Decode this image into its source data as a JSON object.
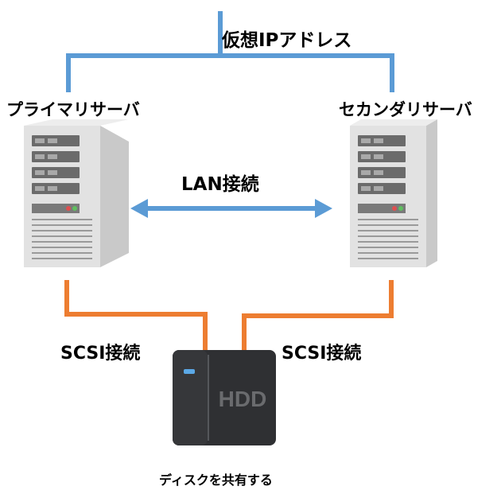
{
  "virtual_ip_label": "仮想IPアドレス",
  "primary_server_label": "プライマリサーバ",
  "secondary_server_label": "セカンダリサーバ",
  "lan_label": "LAN接続",
  "scsi_left_label": "SCSI接続",
  "scsi_right_label": "SCSI接続",
  "hdd_label": "HDD",
  "shared_disk_caption": "ディスクを共有する",
  "colors": {
    "network_blue": "#5b9bd5",
    "scsi_orange": "#ed7d31",
    "server_body": "#e0e0e0",
    "server_side": "#c8c8c8",
    "hdd_body": "#2f3033"
  }
}
